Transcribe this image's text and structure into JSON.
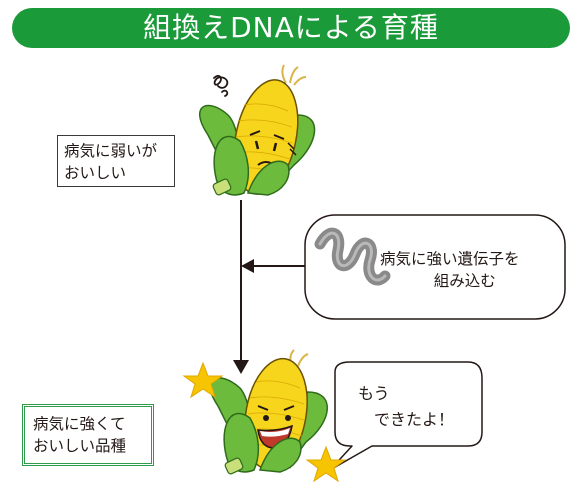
{
  "title": "組換えDNAによる育種",
  "before_label": [
    "病気に弱いが",
    "おいしい"
  ],
  "gene_bubble": [
    "病気に強い遺伝子を",
    "組み込む"
  ],
  "after_label": [
    "病気に強くて",
    "おいしい品種"
  ],
  "speech_bubble": [
    "もう",
    "できたよ！"
  ],
  "colors": {
    "title_bg": "#1b9a3a",
    "kernel_yellow": "#f7d51c",
    "husk_green": "#6cbb3c",
    "star_yellow": "#f6c400",
    "gene_gray": "#8a8a8a",
    "after_border": "#2e9a4a"
  },
  "icons": [
    "worried-corn-icon",
    "happy-corn-icon",
    "gene-icon",
    "star-icon",
    "swirl-icon"
  ]
}
